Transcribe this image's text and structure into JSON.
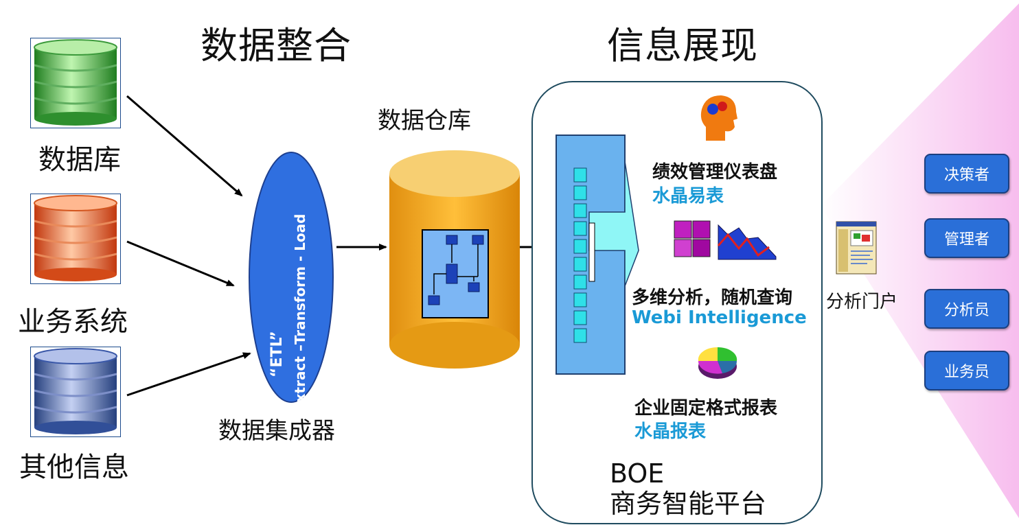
{
  "headings": {
    "integration": "数据整合",
    "presentation": "信息展现"
  },
  "sources": [
    {
      "label": "数据库",
      "icon": "green-database-icon",
      "color": "#3aa83a"
    },
    {
      "label": "业务系统",
      "icon": "orange-database-icon",
      "color": "#e0551b"
    },
    {
      "label": "其他信息",
      "icon": "blue-database-icon",
      "color": "#3a58a8"
    }
  ],
  "etl": {
    "line1": "“ETL”",
    "line2": "Extract –Transform - Load",
    "caption": "数据集成器"
  },
  "warehouse": {
    "label": "数据仓库"
  },
  "features": [
    {
      "title": "绩效管理仪表盘",
      "product": "水晶易表",
      "icon": "head-gears-icon"
    },
    {
      "title": "多维分析，随机查询",
      "product": "Webi Intelligence",
      "icon": "olap-cube-chart-icon"
    },
    {
      "title": "企业固定格式报表",
      "product": "水晶报表",
      "icon": "pie-chart-icon"
    }
  ],
  "platform": {
    "line1": "BOE",
    "line2": "商务智能平台"
  },
  "portal": {
    "label": "分析门户"
  },
  "roles": [
    "决策者",
    "管理者",
    "分析员",
    "业务员"
  ],
  "colors": {
    "etl_ellipse": "#2f6fe0",
    "warehouse": "#f0aa20",
    "role_button": "#2a6fd8",
    "product_text": "#1a9ad6",
    "fan": "#f7c4ee"
  }
}
